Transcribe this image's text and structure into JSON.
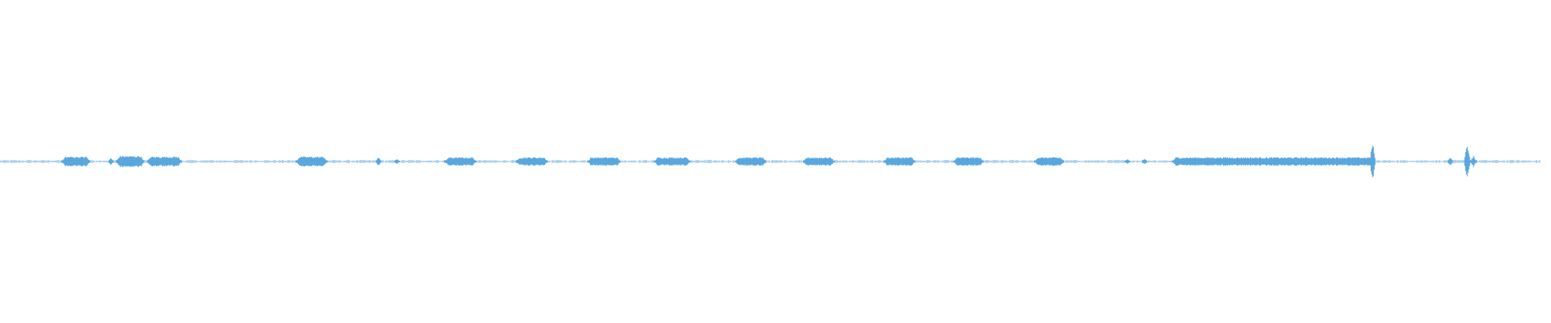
{
  "waveform": {
    "color": "#5aa7de",
    "segments": [
      {
        "start": 0.04,
        "end": 0.058,
        "amp": 0.014
      },
      {
        "start": 0.075,
        "end": 0.093,
        "amp": 0.016
      },
      {
        "start": 0.095,
        "end": 0.117,
        "amp": 0.014
      },
      {
        "start": 0.191,
        "end": 0.211,
        "amp": 0.014
      },
      {
        "start": 0.287,
        "end": 0.307,
        "amp": 0.012
      },
      {
        "start": 0.333,
        "end": 0.353,
        "amp": 0.012
      },
      {
        "start": 0.379,
        "end": 0.4,
        "amp": 0.012
      },
      {
        "start": 0.422,
        "end": 0.445,
        "amp": 0.012
      },
      {
        "start": 0.474,
        "end": 0.494,
        "amp": 0.012
      },
      {
        "start": 0.518,
        "end": 0.538,
        "amp": 0.012
      },
      {
        "start": 0.57,
        "end": 0.59,
        "amp": 0.012
      },
      {
        "start": 0.615,
        "end": 0.634,
        "amp": 0.012
      },
      {
        "start": 0.667,
        "end": 0.686,
        "amp": 0.012
      },
      {
        "start": 0.756,
        "end": 0.885,
        "amp": 0.012
      }
    ],
    "spikes": [
      {
        "pos": 0.885,
        "amp": 0.062
      },
      {
        "pos": 0.946,
        "amp": 0.062
      },
      {
        "pos": 0.244,
        "amp": 0.014
      },
      {
        "pos": 0.256,
        "amp": 0.008
      },
      {
        "pos": 0.935,
        "amp": 0.014
      },
      {
        "pos": 0.95,
        "amp": 0.018
      },
      {
        "pos": 0.0715,
        "amp": 0.012
      },
      {
        "pos": 0.079,
        "amp": 0.018
      },
      {
        "pos": 0.727,
        "amp": 0.008
      },
      {
        "pos": 0.738,
        "amp": 0.01
      }
    ],
    "baseline_end": 0.993
  }
}
